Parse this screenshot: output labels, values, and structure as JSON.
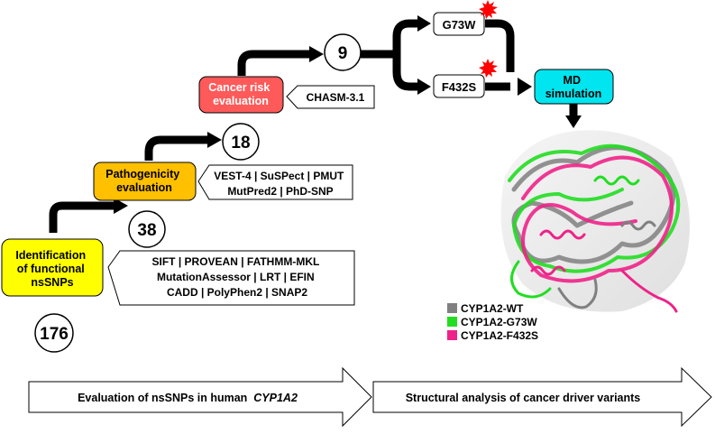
{
  "steps": [
    {
      "label_lines": [
        "Identification",
        "of functional",
        "nsSNPs"
      ],
      "color": "#ffff00",
      "tools_lines": [
        "SIFT | PROVEAN | FATHMM-MKL",
        "MutationAssessor | LRT | EFIN",
        "CADD | PolyPhen2 | SNAP2"
      ]
    },
    {
      "label_lines": [
        "Pathogenicity",
        "evaluation"
      ],
      "color": "#ffc000",
      "tools_lines": [
        "VEST-4 | SuSPect | PMUT",
        "MutPred2 | PhD-SNP"
      ]
    },
    {
      "label_lines": [
        "Cancer risk",
        "evaluation"
      ],
      "color": "#ff5050",
      "tools_lines": [
        "CHASM-3.1"
      ]
    }
  ],
  "counts": [
    "176",
    "38",
    "18",
    "9"
  ],
  "variants": [
    "G73W",
    "F432S"
  ],
  "md": {
    "lines": [
      "MD",
      "simulation"
    ],
    "color": "#00e5ef"
  },
  "legend": [
    {
      "label": "CYP1A2-WT",
      "color": "#808080"
    },
    {
      "label": "CYP1A2-G73W",
      "color": "#22dd22"
    },
    {
      "label": "CYP1A2-F432S",
      "color": "#ee2288"
    }
  ],
  "bottom_arrows": {
    "left": {
      "text": "Evaluation of nsSNPs in human ",
      "italic": "CYP1A2"
    },
    "right": {
      "text": "Structural analysis of cancer driver variants"
    }
  },
  "colors": {
    "arrow": "#000000",
    "mutation_star": "#ff0000"
  }
}
